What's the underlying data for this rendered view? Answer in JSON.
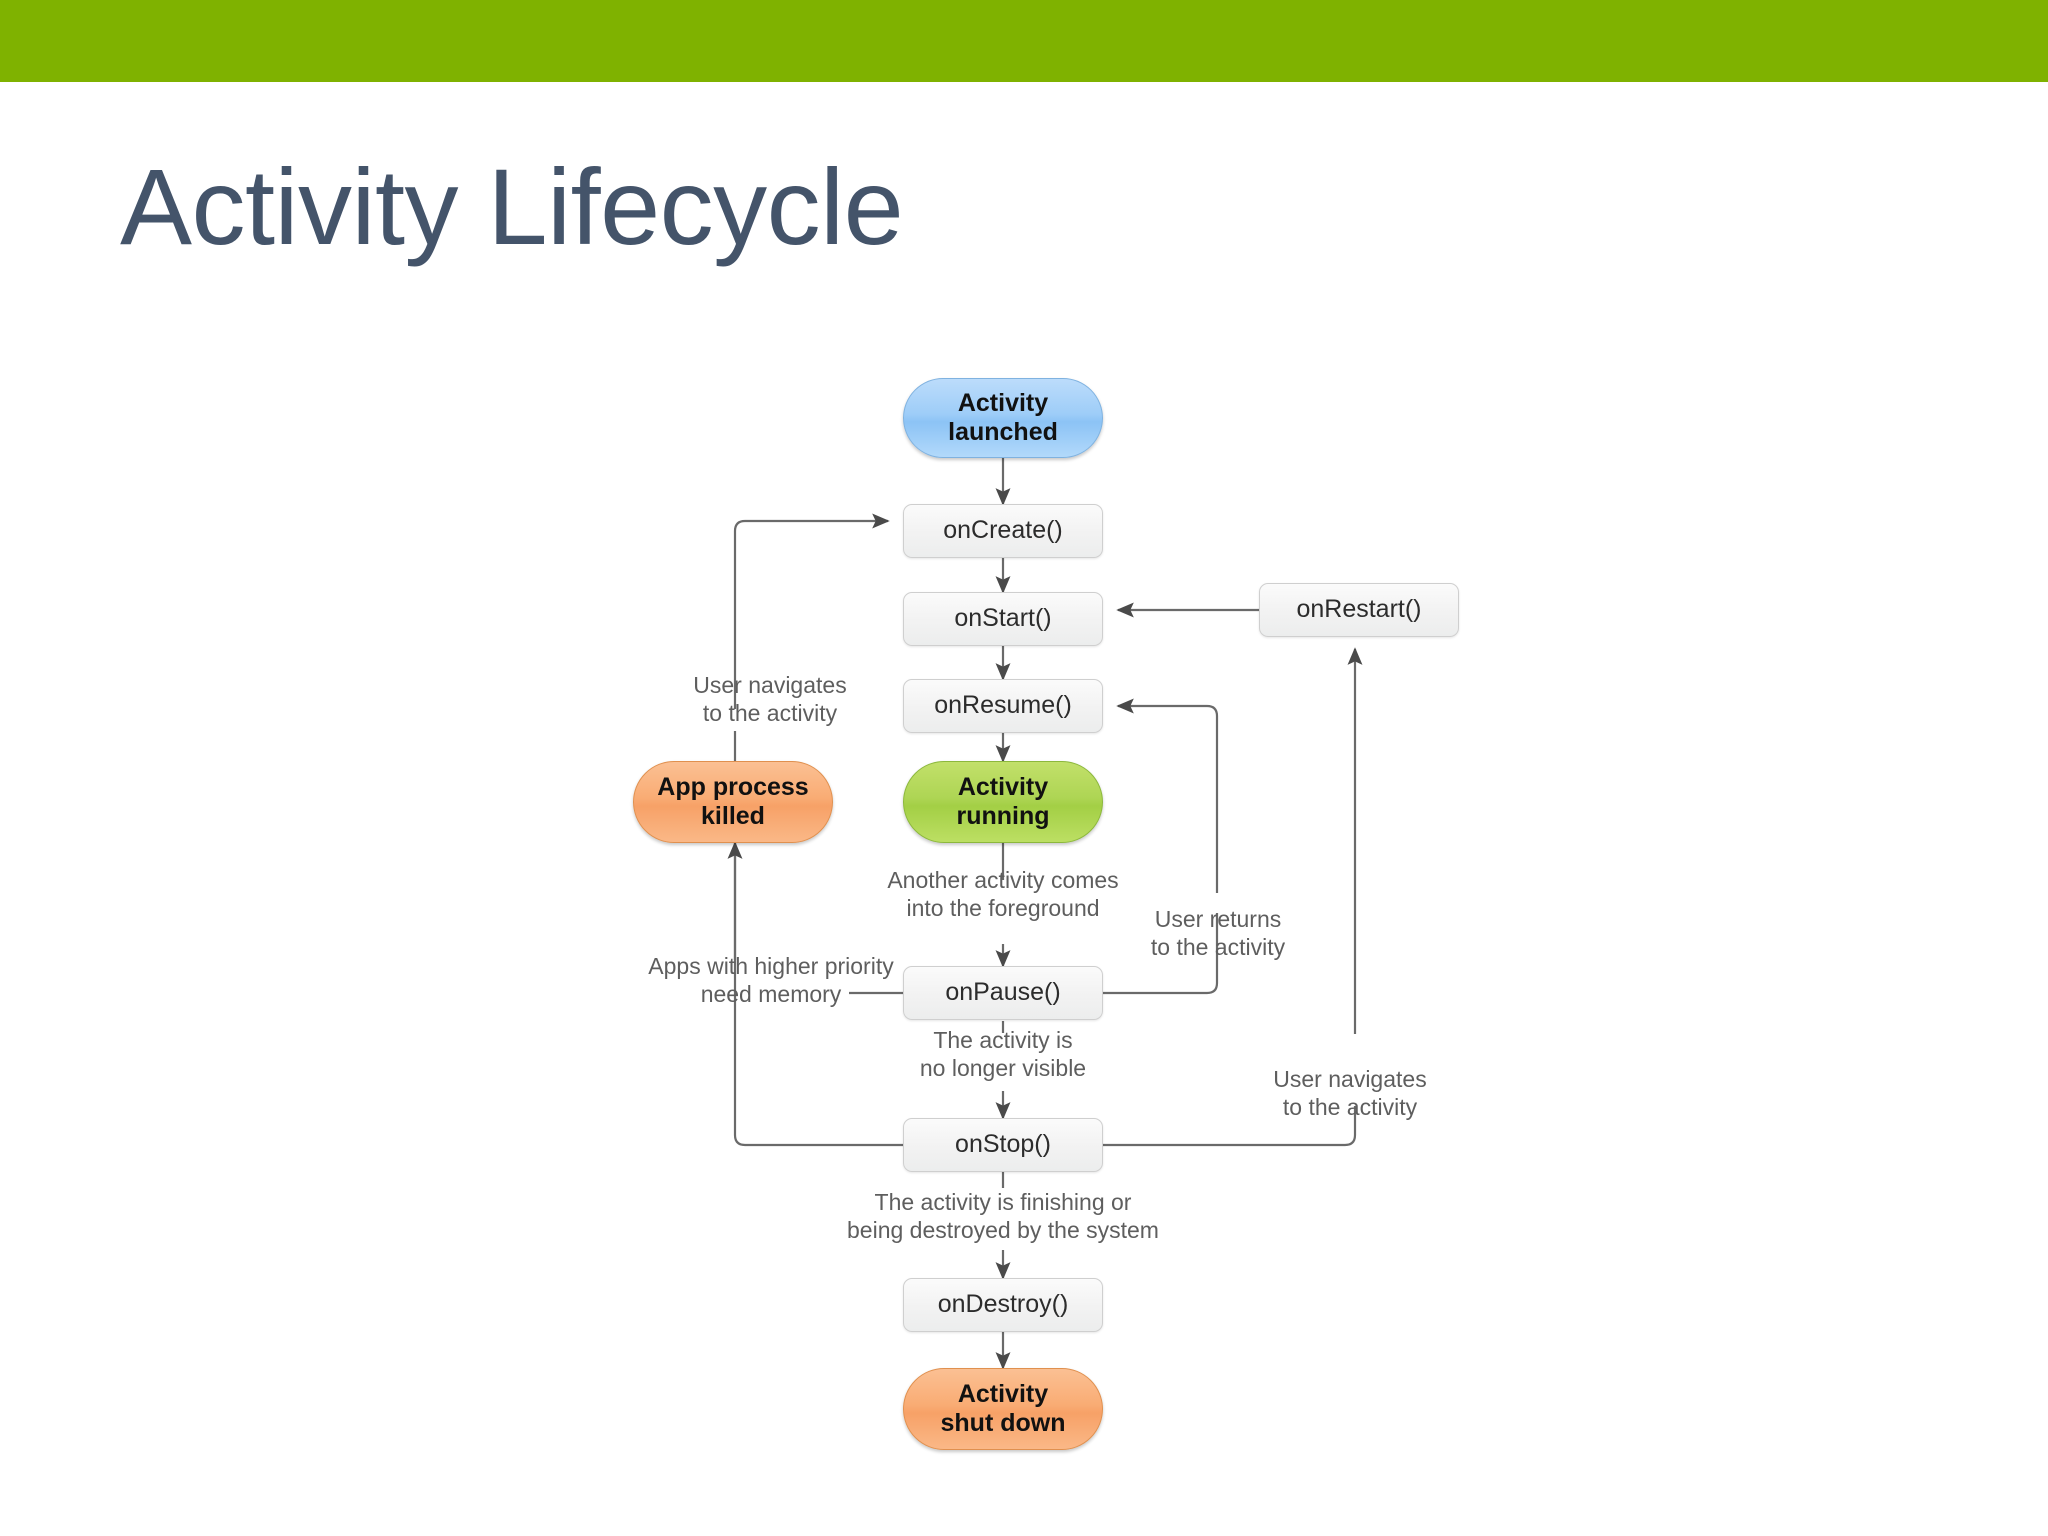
{
  "slide": {
    "title": "Activity Lifecycle",
    "title_color": "#44546a",
    "banner_color": "#7fb200",
    "background_color": "#ffffff"
  },
  "diagram": {
    "type": "flowchart",
    "name": "android-activity-lifecycle",
    "states": [
      {
        "id": "activity-launched",
        "label_line1": "Activity",
        "label_line2": "launched",
        "shape": "pill",
        "color": "#9ecdf8"
      },
      {
        "id": "app-process-killed",
        "label_line1": "App process",
        "label_line2": "killed",
        "shape": "pill",
        "color": "#f9ac74"
      },
      {
        "id": "activity-running",
        "label_line1": "Activity",
        "label_line2": "running",
        "shape": "pill",
        "color": "#aed554"
      },
      {
        "id": "activity-shut-down",
        "label_line1": "Activity",
        "label_line2": "shut down",
        "shape": "pill",
        "color": "#f9ac74"
      }
    ],
    "callbacks": [
      {
        "id": "oncreate",
        "label": "onCreate()"
      },
      {
        "id": "onstart",
        "label": "onStart()"
      },
      {
        "id": "onresume",
        "label": "onResume()"
      },
      {
        "id": "onpause",
        "label": "onPause()"
      },
      {
        "id": "onstop",
        "label": "onStop()"
      },
      {
        "id": "ondestroy",
        "label": "onDestroy()"
      },
      {
        "id": "onrestart",
        "label": "onRestart()"
      }
    ],
    "captions": [
      {
        "id": "user-navigates-left",
        "line1": "User navigates",
        "line2": "to the activity"
      },
      {
        "id": "another-activity",
        "line1": "Another activity comes",
        "line2": "into the foreground"
      },
      {
        "id": "user-returns",
        "line1": "User returns",
        "line2": "to the activity"
      },
      {
        "id": "apps-higher-priority",
        "line1": "Apps with higher priority",
        "line2": "need memory"
      },
      {
        "id": "no-longer-visible",
        "line1": "The activity is",
        "line2": "no longer visible"
      },
      {
        "id": "user-navigates-right",
        "line1": "User navigates",
        "line2": "to the activity"
      },
      {
        "id": "finishing-destroyed",
        "line1": "The activity is finishing or",
        "line2": "being destroyed by the system"
      }
    ]
  }
}
